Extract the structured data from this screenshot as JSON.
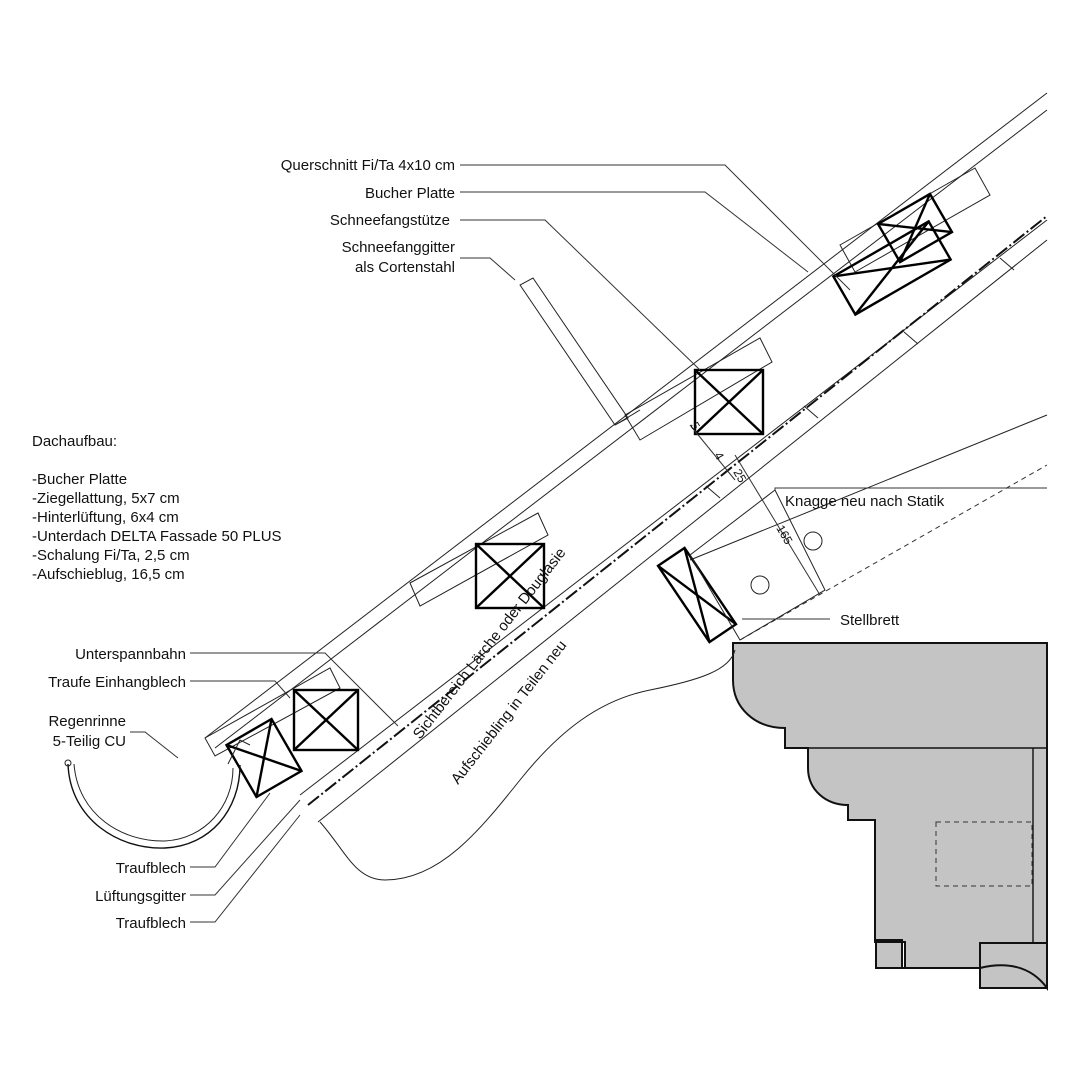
{
  "labels": {
    "querschnitt": "Querschnitt Fi/Ta 4x10 cm",
    "bucher_platte": "Bucher Platte",
    "schneefangstuetze": "Schneefangstütze",
    "schneefanggitter_1": "Schneefanggitter",
    "schneefanggitter_2": "als Cortenstahl",
    "knagge": "Knagge neu nach Statik",
    "stellbrett": "Stellbrett",
    "unterspannbahn": "Unterspannbahn",
    "traufe_einhangblech": "Traufe Einhangblech",
    "regenrinne_1": "Regenrinne",
    "regenrinne_2": "5-Teilig CU",
    "traufblech_1": "Traufblech",
    "lueftungsgitter": "Lüftungsgitter",
    "traufblech_2": "Traufblech",
    "sichtbereich": "Sichtbereich Lärche oder Douglasie",
    "aufschiebling": "Aufschiebling in Teilen neu"
  },
  "dachaufbau": {
    "title": "Dachaufbau:",
    "items": [
      "-Bucher Platte",
      "-Ziegellattung, 5x7 cm",
      "-Hinterlüftung, 6x4 cm",
      "-Unterdach DELTA Fassade 50 PLUS",
      "-Schalung Fi/Ta, 2,5 cm",
      "-Aufschieblug, 16,5 cm"
    ]
  },
  "dimensions": {
    "d1": "5",
    "d2": "4",
    "d3": "25",
    "d4": "165"
  },
  "colors": {
    "stone_fill": "#c4c4c4",
    "line": "#111111"
  }
}
